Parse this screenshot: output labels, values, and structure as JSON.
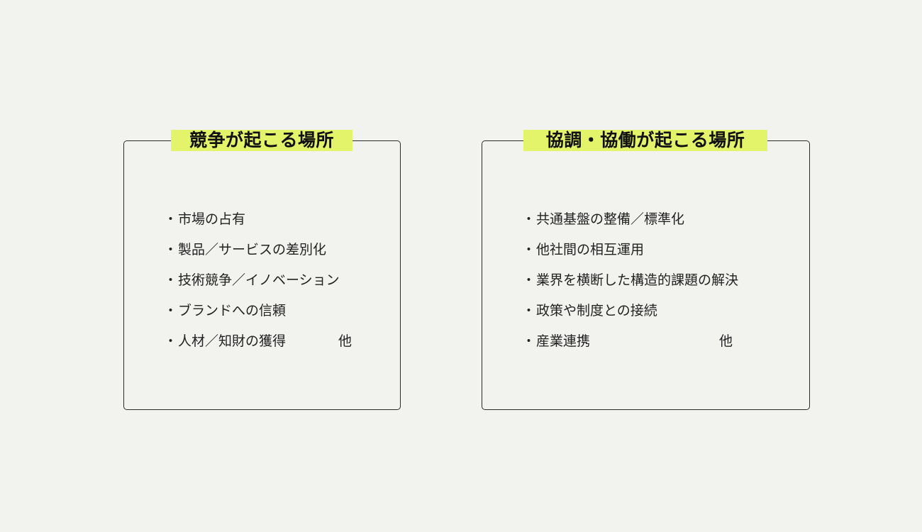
{
  "panels": [
    {
      "title": "競争が起こる場所",
      "bullet": "・",
      "items": [
        "市場の占有",
        "製品／サービスの差別化",
        "技術競争／イノベーション",
        "ブランドへの信頼",
        "人材／知財の獲得"
      ],
      "etc_label": "他"
    },
    {
      "title": "協調・協働が起こる場所",
      "bullet": "・",
      "items": [
        "共通基盤の整備／標準化",
        "他社間の相互運用",
        "業界を横断した構造的課題の解決",
        "政策や制度との接続",
        "産業連携"
      ],
      "etc_label": "他"
    }
  ],
  "colors": {
    "background": "#f2f2ef",
    "title_highlight": "#e3f36a",
    "border": "#2a2a2a",
    "text": "#222222"
  }
}
